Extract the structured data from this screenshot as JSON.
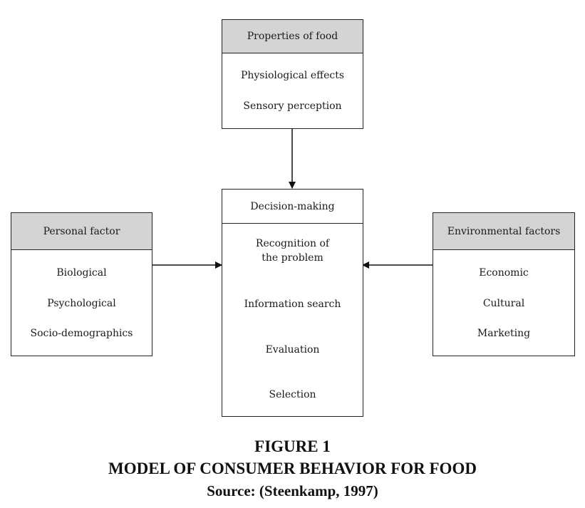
{
  "properties_box": {
    "title": "Properties of food",
    "items": [
      "Physiological effects",
      "Sensory perception"
    ]
  },
  "personal_box": {
    "title": "Personal factor",
    "items": [
      "Biological",
      "Psychological",
      "Socio-demographics"
    ]
  },
  "decision_box": {
    "title": "Decision-making",
    "steps": [
      "Recognition of\nthe problem",
      "Information search",
      "Evaluation",
      "Selection"
    ]
  },
  "environmental_box": {
    "title": "Environmental factors",
    "items": [
      "Economic",
      "Cultural",
      "Marketing"
    ]
  },
  "caption": {
    "figure": "FIGURE 1",
    "title": "MODEL OF CONSUMER BEHAVIOR FOR FOOD",
    "source": "Source: (Steenkamp, 1997)"
  },
  "colors": {
    "header_fill": "#d4d4d4",
    "stroke": "#222222"
  }
}
